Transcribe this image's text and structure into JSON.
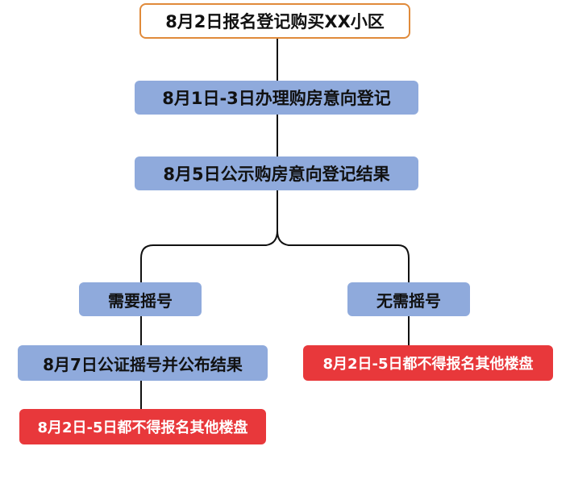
{
  "nodes": {
    "root": "8月2日报名登记购买XX小区",
    "register": "8月1日-3日办理购房意向登记",
    "publicity": "8月5日公示购房意向登记结果",
    "need_lottery": "需要摇号",
    "no_lottery": "无需摇号",
    "notary": "8月7日公证摇号并公布结果",
    "restriction_right": "8月2日-5日都不得报名其他楼盘",
    "restriction_left": "8月2日-5日都不得报名其他楼盘"
  },
  "colors": {
    "root_border": "#e08a3a",
    "process_fill": "#8faadc",
    "warning_fill": "#e8383b",
    "connector": "#111111"
  }
}
